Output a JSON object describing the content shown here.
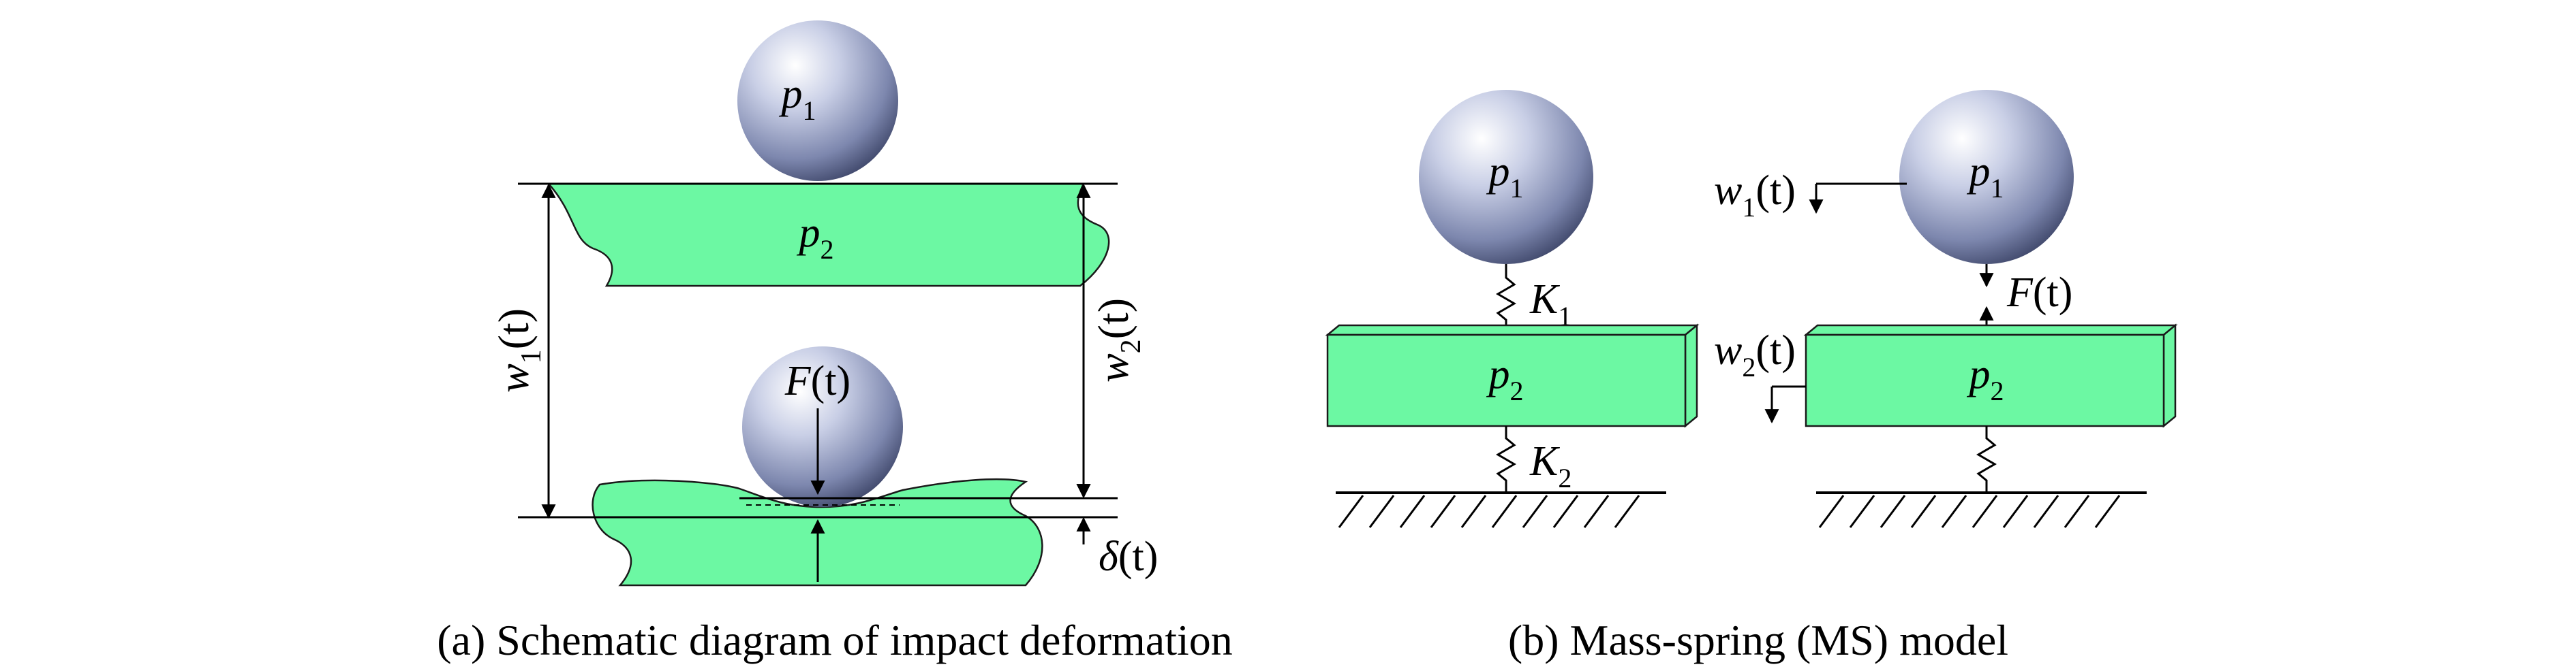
{
  "panel_a": {
    "caption": "(a) Schematic diagram of impact deformation",
    "ball_top": {
      "var": "p",
      "sub": "1"
    },
    "plate_top": {
      "var": "p",
      "sub": "2"
    },
    "force": {
      "var": "F",
      "arg": "(t)"
    },
    "w1": {
      "var": "w",
      "sub": "1",
      "arg": "(t)"
    },
    "w2": {
      "var": "w",
      "sub": "2",
      "arg": "(t)"
    },
    "delta": {
      "var": "δ",
      "arg": "(t)"
    }
  },
  "panel_b": {
    "caption": "(b) Mass-spring (MS) model",
    "left": {
      "ball": {
        "var": "p",
        "sub": "1"
      },
      "plate": {
        "var": "p",
        "sub": "2"
      },
      "k1": {
        "var": "K",
        "sub": "1"
      },
      "k2": {
        "var": "K",
        "sub": "2"
      }
    },
    "right": {
      "ball": {
        "var": "p",
        "sub": "1"
      },
      "plate": {
        "var": "p",
        "sub": "2"
      },
      "w1": {
        "var": "w",
        "sub": "1",
        "arg": "(t)"
      },
      "w2": {
        "var": "w",
        "sub": "2",
        "arg": "(t)"
      },
      "force": {
        "var": "F",
        "arg": "(t)"
      }
    }
  },
  "colors": {
    "plate": "#6cf8a3",
    "ball_light": "#ffffff",
    "ball_dark": "#3d4568"
  }
}
